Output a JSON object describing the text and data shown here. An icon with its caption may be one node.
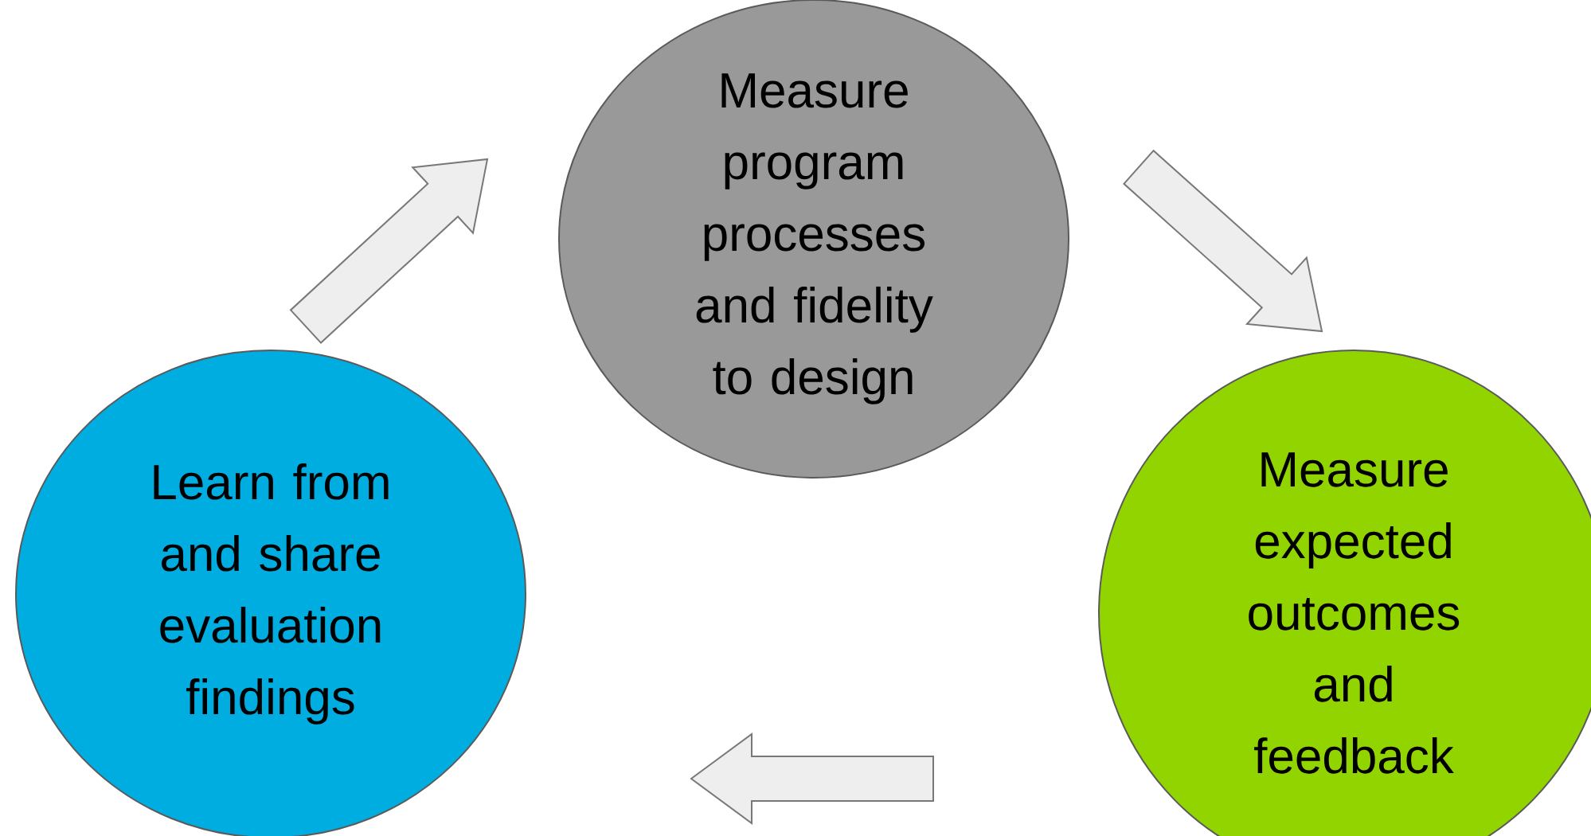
{
  "diagram": {
    "nodes": [
      {
        "text": [
          "Measure program processes and fidelity to design"
        ]
      },
      {
        "text": [
          "Learn from and share evaluation findings"
        ]
      },
      {
        "text": [
          "Measure expected outcomes and feedback"
        ]
      }
    ],
    "edges": [
      {
        "from": 1,
        "to": 0,
        "arrow": "to"
      },
      {
        "from": 0,
        "to": 2,
        "arrow": "to"
      },
      {
        "from": 2,
        "to": 1,
        "arrow": "to"
      }
    ]
  }
}
